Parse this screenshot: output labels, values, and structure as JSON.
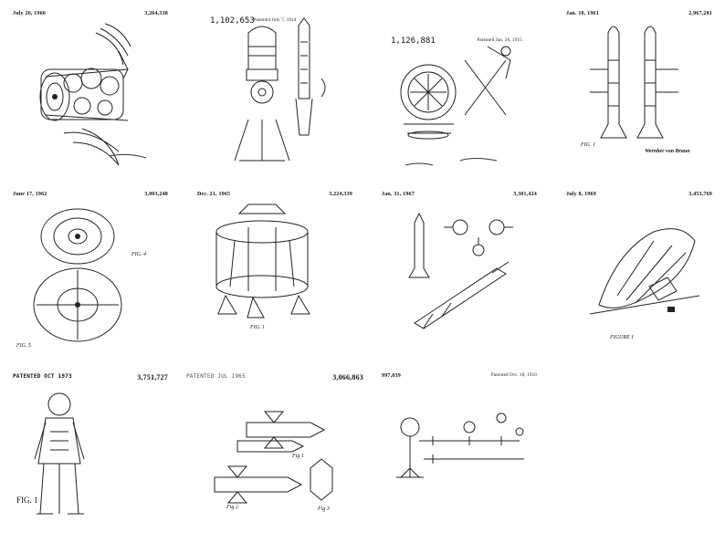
{
  "sheets": [
    {
      "date": "July 26, 1966",
      "number": "3,264,338"
    },
    {
      "date": "",
      "number": "1,102,653",
      "issued": "Patented July 7, 1914"
    },
    {
      "date": "",
      "number": "1,126,881",
      "issued": "Patented Jan. 26, 1915"
    },
    {
      "date": "Jan. 10, 1961",
      "number": "2,967,281",
      "inventor_sig": "Wernher von Braun"
    },
    {
      "date": "June 17, 1962",
      "number": "3,003,248",
      "fig_a": "FIG. 4",
      "fig_b": "FIG. 5"
    },
    {
      "date": "Dec. 21, 1965",
      "number": "3,224,339",
      "fig": "FIG. 1"
    },
    {
      "date": "Jan. 31, 1967",
      "number": "3,301,424"
    },
    {
      "date": "July 8, 1969",
      "number": "3,453,769",
      "fig": "FIGURE 1"
    },
    {
      "header": "PATENTED OCT 1973",
      "number": "3,751,727",
      "fig": "FIG. 1"
    },
    {
      "header": "PATENTED JUL 1965",
      "number": "3,066,863",
      "fig1": "Fig 1",
      "fig2": "Fig 2",
      "fig3": "Fig 3"
    },
    {
      "date": "",
      "number": "997,039",
      "issued": "Patented Oct. 18, 1910"
    }
  ]
}
